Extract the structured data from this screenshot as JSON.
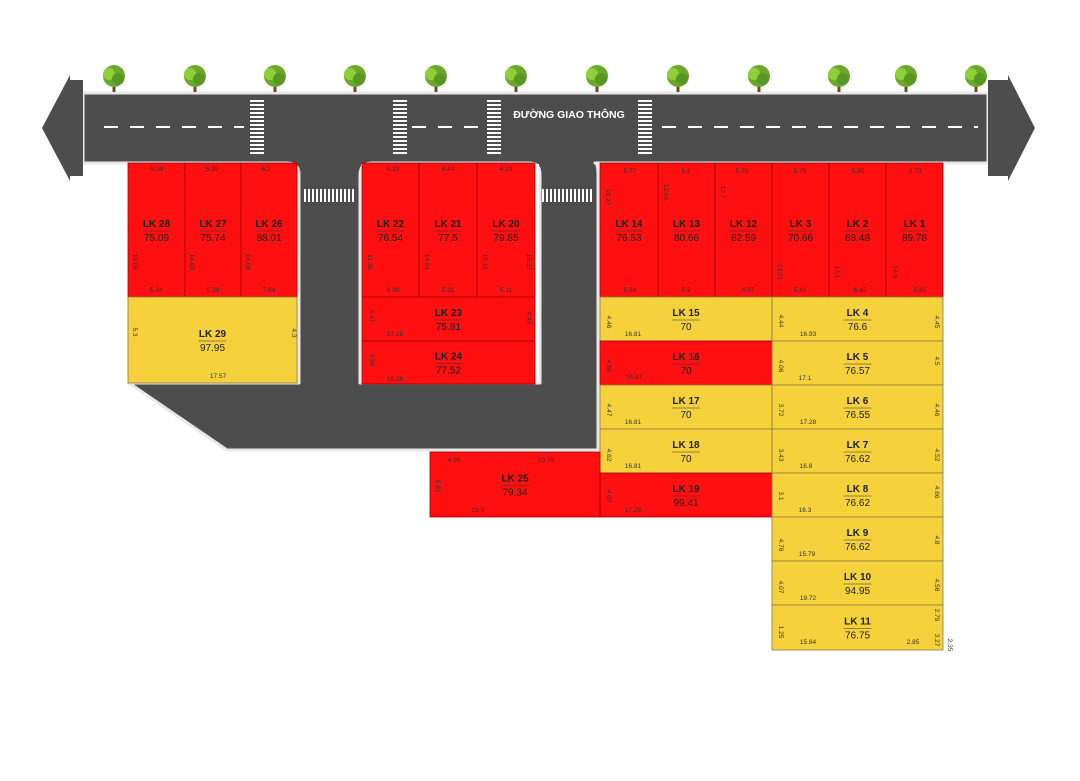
{
  "road_label": "ĐƯỜNG GIAO THÔNG",
  "colors": {
    "red": "#ff0f0f",
    "yellow": "#f5d23c",
    "road": "#4d4d4d",
    "tree": "#7fbf2a",
    "lot_border": "#a40000"
  },
  "icons": {
    "tree": "tree-icon",
    "arrow": "road-arrow-icon"
  },
  "lots": [
    {
      "id": "lk28",
      "name": "LK 28",
      "area": "75.09",
      "color": "red"
    },
    {
      "id": "lk27",
      "name": "LK 27",
      "area": "75.74",
      "color": "red"
    },
    {
      "id": "lk26",
      "name": "LK 26",
      "area": "88.01",
      "color": "red"
    },
    {
      "id": "lk29",
      "name": "LK 29",
      "area": "97.95",
      "color": "yellow"
    },
    {
      "id": "lk22",
      "name": "LK 22",
      "area": "76.54",
      "color": "red"
    },
    {
      "id": "lk21",
      "name": "LK 21",
      "area": "77.5",
      "color": "red"
    },
    {
      "id": "lk20",
      "name": "LK 20",
      "area": "79.85",
      "color": "red"
    },
    {
      "id": "lk23",
      "name": "LK 23",
      "area": "75.81",
      "color": "red"
    },
    {
      "id": "lk24",
      "name": "LK 24",
      "area": "77.52",
      "color": "red"
    },
    {
      "id": "lk14",
      "name": "LK 14",
      "area": "76.53",
      "color": "red"
    },
    {
      "id": "lk13",
      "name": "LK 13",
      "area": "80.66",
      "color": "red"
    },
    {
      "id": "lk12",
      "name": "LK 12",
      "area": "82.59",
      "color": "red"
    },
    {
      "id": "lk3",
      "name": "LK 3",
      "area": "70.66",
      "color": "red"
    },
    {
      "id": "lk2",
      "name": "LK 2",
      "area": "88.48",
      "color": "red"
    },
    {
      "id": "lk1",
      "name": "LK 1",
      "area": "89.78",
      "color": "red"
    },
    {
      "id": "lk15",
      "name": "LK 15",
      "area": "70",
      "color": "yellow"
    },
    {
      "id": "lk16",
      "name": "LK 16",
      "area": "70",
      "color": "red"
    },
    {
      "id": "lk17",
      "name": "LK 17",
      "area": "70",
      "color": "yellow"
    },
    {
      "id": "lk18",
      "name": "LK 18",
      "area": "70",
      "color": "yellow"
    },
    {
      "id": "lk19",
      "name": "LK 19",
      "area": "99.41",
      "color": "red"
    },
    {
      "id": "lk25",
      "name": "LK 25",
      "area": "79.34",
      "color": "red"
    },
    {
      "id": "lk4",
      "name": "LK 4",
      "area": "76.6",
      "color": "yellow"
    },
    {
      "id": "lk5",
      "name": "LK 5",
      "area": "76.57",
      "color": "yellow"
    },
    {
      "id": "lk6",
      "name": "LK 6",
      "area": "76.55",
      "color": "yellow"
    },
    {
      "id": "lk7",
      "name": "LK 7",
      "area": "76.62",
      "color": "yellow"
    },
    {
      "id": "lk8",
      "name": "LK 8",
      "area": "76.62",
      "color": "yellow"
    },
    {
      "id": "lk9",
      "name": "LK 9",
      "area": "76.62",
      "color": "yellow"
    },
    {
      "id": "lk10",
      "name": "LK 10",
      "area": "94.95",
      "color": "yellow"
    },
    {
      "id": "lk11",
      "name": "LK 11",
      "area": "76.75",
      "color": "yellow"
    }
  ],
  "dims": [
    "5.34",
    "5.39",
    "6.2",
    "5.34",
    "5.39",
    "7.64",
    "16.06",
    "14.03",
    "14.08",
    "5.3",
    "4.3",
    "17.57",
    "4.23",
    "5.44",
    "4.23",
    "11.36",
    "14.01",
    "15.16",
    "15.37",
    "6.39",
    "5.31",
    "5.11",
    "4.47",
    "4.49",
    "17.29",
    "3.95",
    "15.28",
    "5.77",
    "6.2",
    "5.29",
    "5.79",
    "5.85",
    "2.73",
    "10.27",
    "12.64",
    "13.7",
    "13.01",
    "13.1",
    "16.9",
    "5.34",
    "5.9",
    "4.97",
    "5.43",
    "6.45",
    "5.82",
    "4.46",
    "16.81",
    "4.86",
    "16.87",
    "4.47",
    "16.81",
    "4.62",
    "16.81",
    "4.07",
    "17.29",
    "4.95",
    "10.09",
    "5.62",
    "16.5",
    "4.44",
    "16.93",
    "4.45",
    "4.06",
    "17.1",
    "4.5",
    "3.72",
    "17.28",
    "4.46",
    "3.43",
    "16.8",
    "4.52",
    "3.1",
    "16.3",
    "4.66",
    "4.78",
    "15.79",
    "4.8",
    "4.07",
    "19.72",
    "4.58",
    "1.25",
    "15.84",
    "2.85",
    "2.79",
    "3.27",
    "2.35"
  ]
}
